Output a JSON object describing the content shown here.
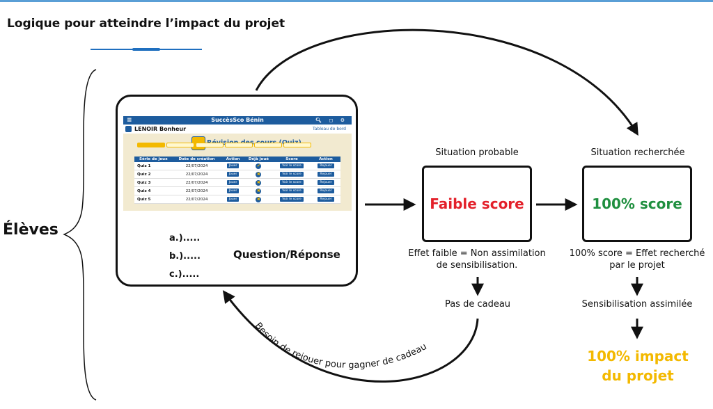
{
  "title": "Logique pour atteindre l’impact du projet",
  "eleves_label": "Élèves",
  "app": {
    "name": "SuccèsSco Bénin",
    "user": "LENOIR Bonheur",
    "dashboard": "Tableau de bord",
    "quiz_title": "Révision des cours (Quiz)",
    "columns": [
      "Série de jeux",
      "Date de création",
      "Action",
      "Déjà joué",
      "Score",
      "Action"
    ],
    "rows": [
      {
        "name": "Quiz 1",
        "date": "22/07/2024",
        "action": "Jouer",
        "score": "Voir le score",
        "action2": "Rejouer"
      },
      {
        "name": "Quiz 2",
        "date": "22/07/2024",
        "action": "Jouer",
        "score": "Voir le score",
        "action2": "Rejouer"
      },
      {
        "name": "Quiz 3",
        "date": "22/07/2024",
        "action": "Jouer",
        "score": "Voir le score",
        "action2": "Rejouer"
      },
      {
        "name": "Quiz 4",
        "date": "22/07/2024",
        "action": "Jouer",
        "score": "Voir le score",
        "action2": "Rejouer"
      },
      {
        "name": "Quiz 5",
        "date": "22/07/2024",
        "action": "Jouer",
        "score": "Voir le score",
        "action2": "Rejouer"
      }
    ]
  },
  "options": [
    "a.).....",
    "b.).....",
    "c.)....."
  ],
  "question_reponse": "Question/Réponse",
  "probable": {
    "heading": "Situation probable",
    "box": "Faible score",
    "effect_line1": "Effet faible = Non assimilation",
    "effect_line2": "de sensibilisation.",
    "result": "Pas de cadeau"
  },
  "recherchee": {
    "heading": "Situation recherchée",
    "box": "100% score",
    "effect_line1": "100% score = Effet recherché",
    "effect_line2": "par le projet",
    "result": "Sensibilisation assimilée",
    "impact_line1": "100% impact",
    "impact_line2": "du projet"
  },
  "loop_text": "Besoin de rejouer pour gagner de cadeau",
  "colors": {
    "red": "#e3202a",
    "green": "#1f8f3f",
    "yellow": "#f3b900",
    "blue": "#1d5c9e"
  }
}
